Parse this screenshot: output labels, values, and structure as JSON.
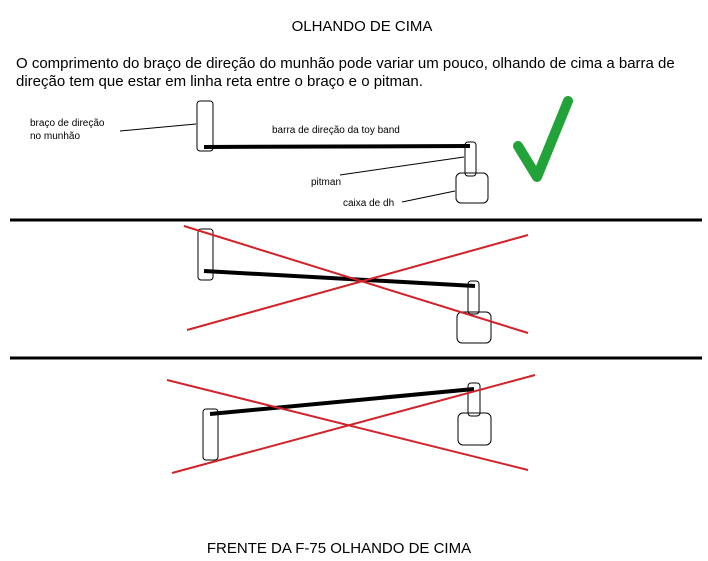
{
  "title": "OLHANDO DE CIMA",
  "description": "O comprimento do braço de direção do munhão pode variar um pouco, olhando de cima a barra de direção tem que estar em linha reta entre o braço e o pitman.",
  "labels": {
    "arm_line1": "braço de direção",
    "arm_line2": "no munhão",
    "bar": "barra de direção da toy band",
    "pitman": "pitman",
    "box": "caixa de dh"
  },
  "footer": "FRENTE DA F-75 OLHANDO DE CIMA",
  "colors": {
    "line": "#000000",
    "check": "#22a33a",
    "cross": "#d2232a"
  },
  "icons": {
    "correct": "check-mark-icon",
    "wrong": "cross-mark-icon"
  }
}
